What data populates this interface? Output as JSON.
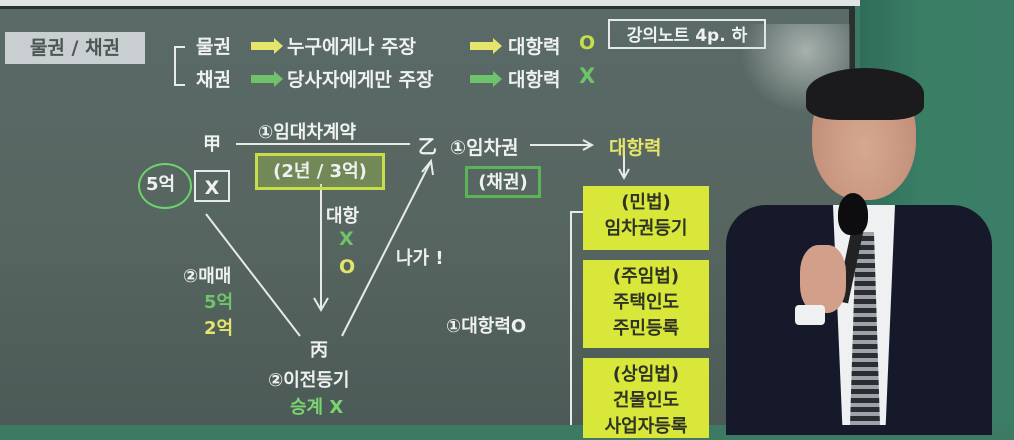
{
  "board": {
    "title_tag": "물권 / 채권",
    "note_ref": "강의노트 4p. 하",
    "overview": {
      "rows": [
        {
          "subject": "물권",
          "arrow_color": "#e4e56a",
          "effect": "누구에게나 주장",
          "result": "대항력",
          "mark": "O",
          "mark_color": "#c6de4a"
        },
        {
          "subject": "채권",
          "arrow_color": "#6fc36a",
          "effect": "당사자에게만 주장",
          "result": "대항력",
          "mark": "X",
          "mark_color": "#6fc36a"
        }
      ]
    },
    "diagram": {
      "party_a": "甲",
      "party_b": "乙",
      "party_c": "丙",
      "property": "X",
      "property_value": "5억",
      "contract_label": "①임대차계약",
      "contract_terms": "(2년 / 3억)",
      "counter_label": "대항",
      "counter_marks": [
        {
          "text": "X",
          "color": "#6fc36a"
        },
        {
          "text": "O",
          "color": "#e4e56a"
        }
      ],
      "sale_label": "②매매",
      "sale_prices": [
        {
          "text": "5억",
          "color": "#6fc36a"
        },
        {
          "text": "2억",
          "color": "#e4e56a"
        }
      ],
      "leave_label": "나가 !",
      "transfer_label": "②이전등기",
      "succession_label": "승계 X",
      "lease_right_label": "①임차권",
      "lease_right_type": "(채권)",
      "lease_right_result": "대항력",
      "opposability_note": "①대항력O"
    },
    "requirement_boxes": [
      {
        "law": "(민법)",
        "lines": [
          "임차권등기"
        ]
      },
      {
        "law": "(주임법)",
        "lines": [
          "주택인도",
          "주민등록"
        ]
      },
      {
        "law": "(상임법)",
        "lines": [
          "건물인도",
          "사업자등록"
        ]
      }
    ]
  },
  "colors": {
    "board": "#56655f",
    "wall": "#3b7d67",
    "chalk_white": "#eef1ef",
    "chalk_green": "#7bd46f",
    "chalk_yellow": "#e4e56a",
    "box_yellow": "#d9e63a"
  }
}
